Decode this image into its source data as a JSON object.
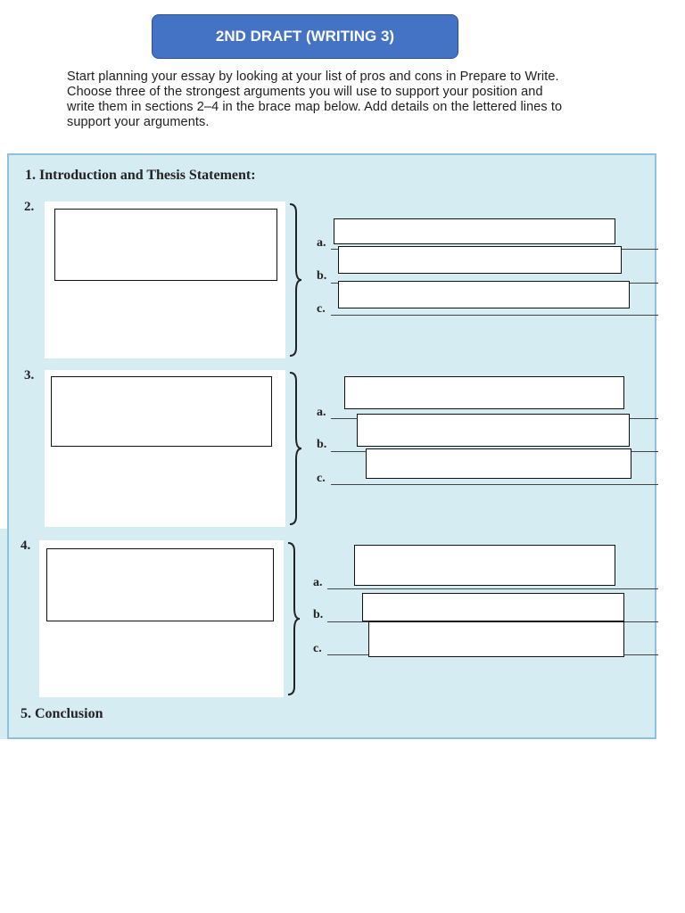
{
  "header": {
    "title": "2ND DRAFT (WRITING 3)"
  },
  "instructions": {
    "lines": [
      "Start planning your essay by looking at your list of pros and cons in Prepare to Write.",
      "Choose three of the strongest arguments you will use to support your position and",
      "write them in sections 2–4 in the brace map below. Add details on the lettered lines to",
      "support your arguments."
    ]
  },
  "brace_map": {
    "intro_label": "1. Introduction and Thesis Statement:",
    "sections": [
      {
        "number": "2.",
        "letters": [
          "a.",
          "b.",
          "c."
        ]
      },
      {
        "number": "3.",
        "letters": [
          "a.",
          "b.",
          "c."
        ]
      },
      {
        "number": "4.",
        "letters": [
          "a.",
          "b.",
          "c."
        ]
      }
    ],
    "conclusion_label": "5. Conclusion"
  }
}
